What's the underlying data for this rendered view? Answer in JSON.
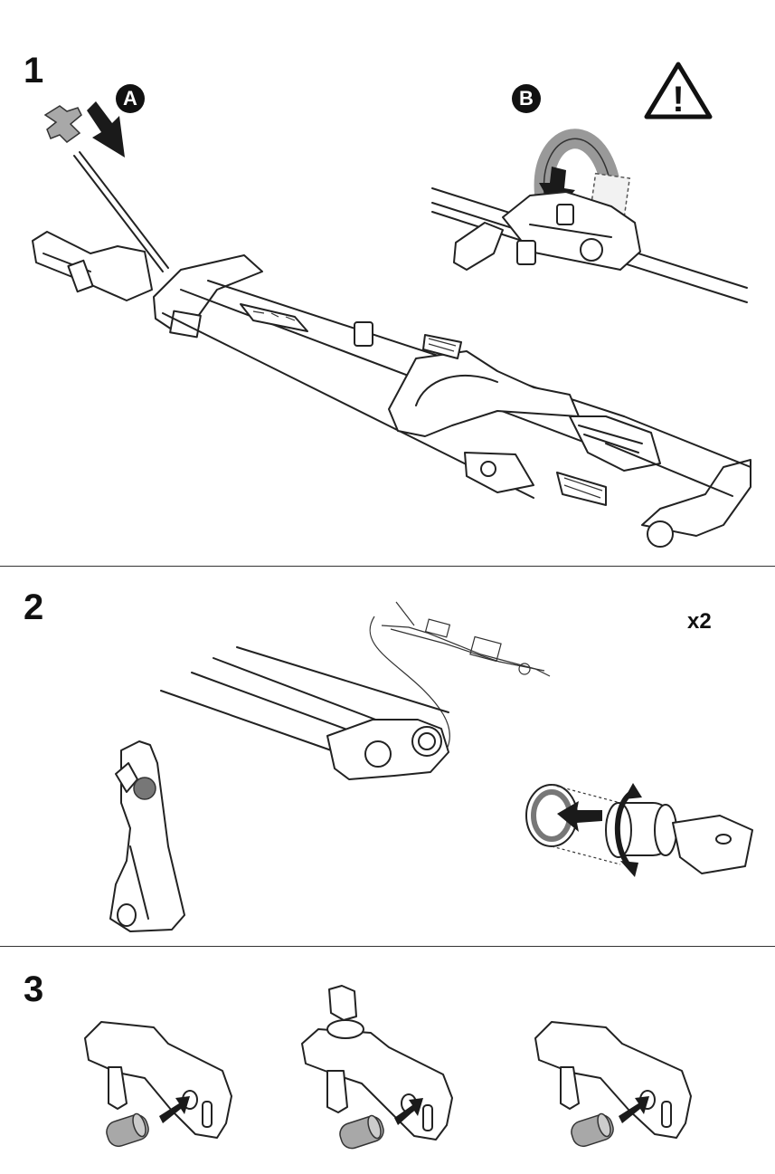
{
  "steps": [
    {
      "number": "1",
      "badge_a": "A",
      "badge_b": "B",
      "warning_symbol": "!"
    },
    {
      "number": "2",
      "quantity": "x2"
    },
    {
      "number": "3"
    }
  ],
  "icons": {
    "warning": "warning-triangle-icon",
    "arrow": "push-arrow-icon",
    "rotate": "rotate-arrow-icon"
  }
}
